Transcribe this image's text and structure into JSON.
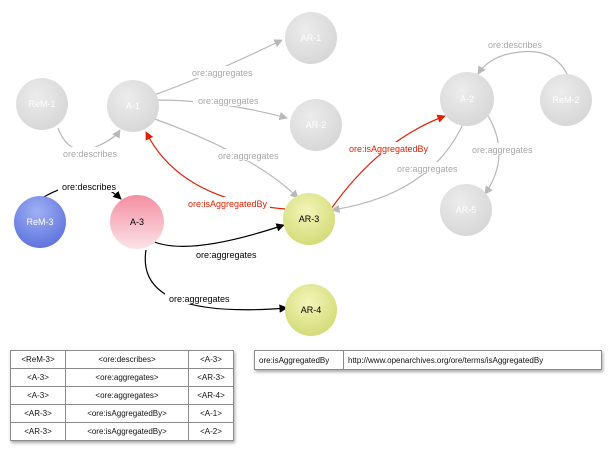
{
  "colors": {
    "faded_node": "#dcdcdc",
    "faded_text": "#a8a8a8",
    "faded_edge": "#b8b8b8",
    "rem3": "#6f86e6",
    "a3": "#f2a7b4",
    "ar": "#dde28e",
    "edge_dark": "#000000",
    "edge_red": "#e02000"
  },
  "nodes": {
    "ar1": "AR-1",
    "rem1": "ReM-1",
    "a1": "A-1",
    "ar2": "AR-2",
    "a2": "A-2",
    "rem2": "ReM-2",
    "ar5": "AR-5",
    "rem3": "ReM-3",
    "a3": "A-3",
    "ar3": "AR-3",
    "ar4": "AR-4"
  },
  "edges": {
    "a1_ar1": "ore:aggregates",
    "a1_ar2": "ore:aggregates",
    "rem1_a1": "ore:describes",
    "a1_ar3": "ore:aggregates",
    "rem2_a2": "ore:describes",
    "a2_ar5": "ore:aggregates",
    "a2_ar3": "ore:aggregates",
    "ar3_a2": "ore:isAggregatedBy",
    "ar3_a1": "ore:isAggregatedBy",
    "rem3_a3": "ore:describes",
    "a3_ar3": "ore:aggregates",
    "a3_ar4": "ore:aggregates"
  },
  "triples": [
    [
      "<ReM-3>",
      "<ore:describes>",
      "<A-3>"
    ],
    [
      "<A-3>",
      "<ore:aggregates>",
      "<AR-3>"
    ],
    [
      "<A-3>",
      "<ore:aggregates>",
      "<AR-4>"
    ],
    [
      "<AR-3>",
      "<ore:isAggregatedBy>",
      "<A-1>"
    ],
    [
      "<AR-3>",
      "<ore:isAggregatedBy>",
      "<A-2>"
    ]
  ],
  "namespace": {
    "term": "ore:isAggregatedBy",
    "uri": "http://www.openarchives.org/ore/terms/isAggregatedBy"
  }
}
